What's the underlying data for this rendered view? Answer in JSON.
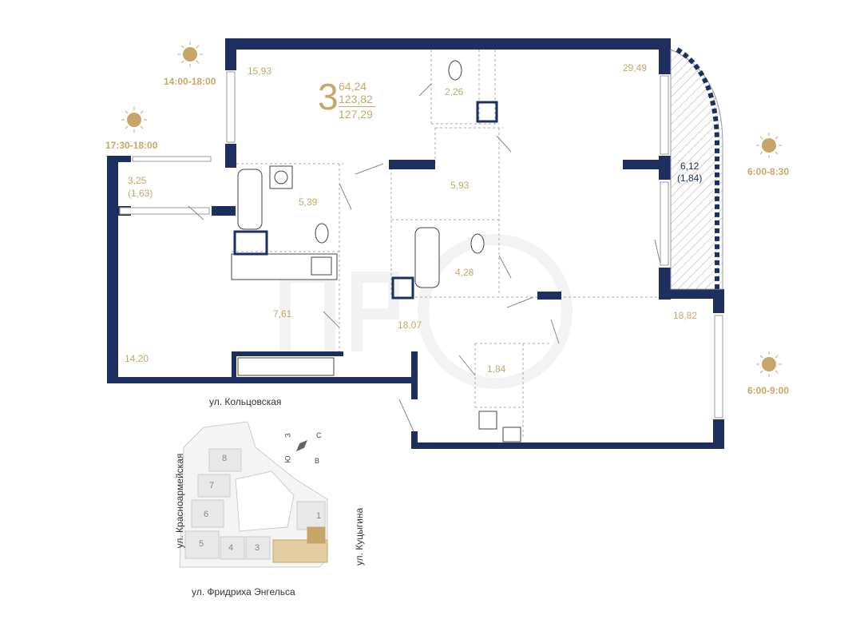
{
  "summary": {
    "rooms": "3",
    "living_area": "64,24",
    "total_area": "123,82",
    "total_with_balcony": "127,29"
  },
  "rooms": {
    "r1": "15,93",
    "r2": "2,26",
    "r3": "29,49",
    "r4": "6,12",
    "r4b": "(1,84)",
    "r5": "3,25",
    "r5b": "(1,63)",
    "r6": "5,39",
    "r7": "5,93",
    "r8": "4,28",
    "r9": "7,61",
    "r10": "18,07",
    "r11": "18,82",
    "r12": "14,20",
    "r13": "1,84"
  },
  "sun": {
    "t1": "14:00-18:00",
    "t2": "17:30-18:00",
    "t3": "6:00-8:30",
    "t4": "6:00-9:00"
  },
  "streets": {
    "top": "ул. Кольцовская",
    "left": "ул. Красноармейская",
    "right": "ул. Куцыгина",
    "bottom": "ул. Фридриха Энгельса"
  },
  "blocks": [
    "8",
    "7",
    "6",
    "5",
    "4",
    "3",
    "1"
  ],
  "compass": {
    "n": "С",
    "s": "Ю",
    "w": "З",
    "e": "В"
  },
  "colors": {
    "wall": "#1d2f5e",
    "accent": "#c8a66a"
  }
}
